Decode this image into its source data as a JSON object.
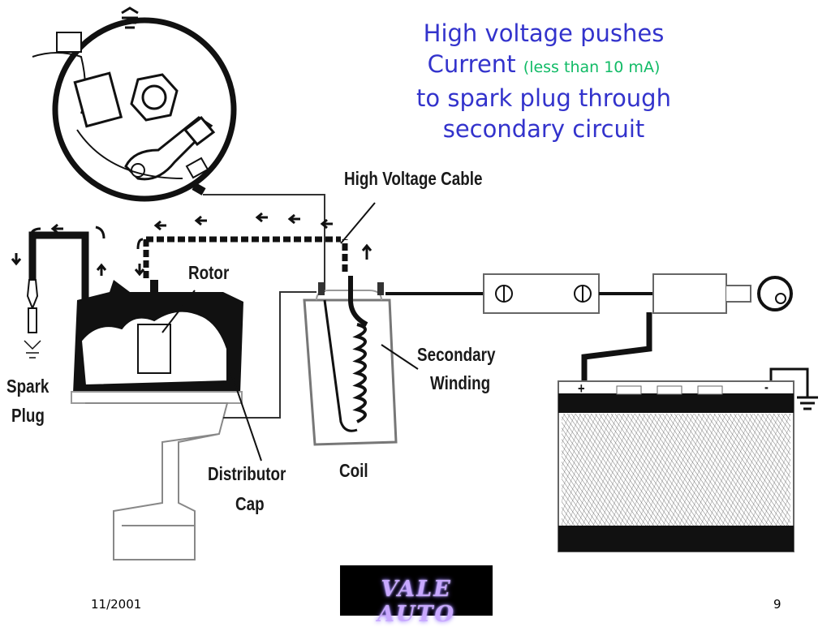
{
  "title": {
    "line1": "High voltage pushes",
    "line2_main": "Current ",
    "line2_small": "(less than 10 mA)",
    "line3": "to spark plug through",
    "line4": "secondary circuit"
  },
  "labels": {
    "high_voltage_cable": "High Voltage  Cable",
    "rotor": "Rotor",
    "secondary": "Secondary",
    "winding": "Winding",
    "spark": "Spark",
    "plug": "Plug",
    "distributor": "Distributor",
    "cap": "Cap",
    "coil": "Coil",
    "battery_plus": "+",
    "battery_minus": "-"
  },
  "footer": {
    "date": "11/2001",
    "page": "9",
    "logo": "VALE AUTO"
  },
  "colors": {
    "title": "#3333cc",
    "title_note": "#11bb66",
    "ink": "#111111"
  }
}
